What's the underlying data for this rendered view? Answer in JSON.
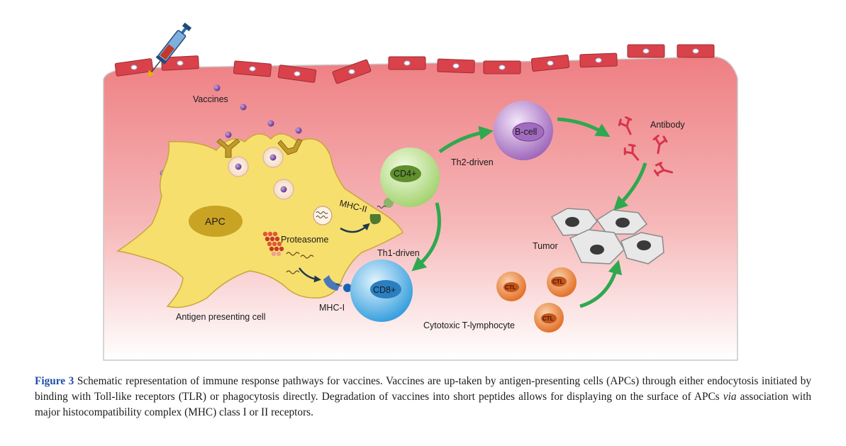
{
  "labels": {
    "vaccines": "Vaccines",
    "apc": "APC",
    "antigen_presenting_cell": "Antigen presenting cell",
    "proteasome": "Proteasome",
    "mhc_ii": "MHC-II",
    "mhc_i": "MHC-I",
    "cd4": "CD4+",
    "cd8": "CD8+",
    "th1": "Th1-driven",
    "th2": "Th2-driven",
    "b_cell": "B-cell",
    "antibody": "Antibody",
    "tumor": "Tumor",
    "ctl": "CTL",
    "cytotoxic": "Cytotoxic T-lymphocyte"
  },
  "caption": {
    "figure_label": "Figure 3",
    "text_1": " Schematic representation of immune response pathways for vaccines. Vaccines are up-taken by antigen-presenting cells (APCs) through either endocytosis initiated by binding with Toll-like receptors (TLR) or phagocytosis directly. Degradation of vaccines into short peptides allows for displaying on the surface of APCs ",
    "italic": "via",
    "text_2": " association with major histocompatibility complex (MHC) class I or II receptors."
  },
  "colors": {
    "tissue": "#f08a8c",
    "epithelium": "#d9424a",
    "apc_body": "#f7df6e",
    "cd4_cell": "#a8d66c",
    "cd8_cell": "#45a9e3",
    "b_cell": "#a36bbf",
    "arrow_green": "#2fa84f",
    "antibody": "#d8334a",
    "ctl": "#e97a2c",
    "caption_label": "#1f4fa8"
  }
}
